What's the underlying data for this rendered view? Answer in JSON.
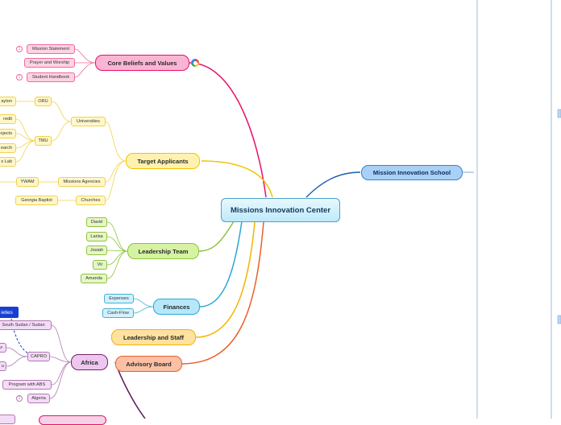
{
  "central": "Missions Innovation Center",
  "right_topic": "Mission Innovation School",
  "topics": {
    "core_beliefs": "Core Beliefs and Values",
    "target_applicants": "Target Applicants",
    "leadership_team": "Leadership Team",
    "finances": "Finances",
    "leadership_staff": "Leadership and Staff",
    "advisory_board": "Advisory Board",
    "africa": "Africa"
  },
  "core_beliefs_items": [
    {
      "label": "Mission Statement",
      "badge": "1"
    },
    {
      "label": "Prayer and Worship",
      "badge": ""
    },
    {
      "label": "Student Handbook",
      "badge": "1"
    }
  ],
  "applicants": {
    "universities": "Universities",
    "oru": "ORU",
    "tmu": "TMU",
    "mission_agencies": "Missions Agencies",
    "churches": "Churches",
    "ywam": "YWAM",
    "georgia_baptist": "Georgia Baptist",
    "leaf_oru": "ayton",
    "leaf_tmu": [
      "redit",
      "ojects",
      "earch",
      "s Lab"
    ]
  },
  "leadership_members": [
    "David",
    "Larisa",
    "Josiah",
    "Vir",
    "Amanda"
  ],
  "finance_items": [
    "Expenses",
    "Cash-Flow"
  ],
  "africa": {
    "callout": "ieties",
    "items": [
      {
        "label": "South Sudan / Sudan",
        "badge": ""
      },
      {
        "label": "CAPRO",
        "badge": ""
      },
      {
        "label": "u",
        "badge": ""
      },
      {
        "label": "Program with ABS",
        "badge": ""
      },
      {
        "label": "Algeria",
        "badge": "2"
      }
    ]
  },
  "colors": {
    "core_beliefs": "#f06aa0",
    "target_applicants": "#f5c400",
    "leadership_team": "#8cc43a",
    "finances": "#3fb3d8",
    "leadership_staff": "#f5b400",
    "advisory_board": "#e8612a",
    "africa": "#7a1f6e",
    "right": "#1a5fb4"
  }
}
